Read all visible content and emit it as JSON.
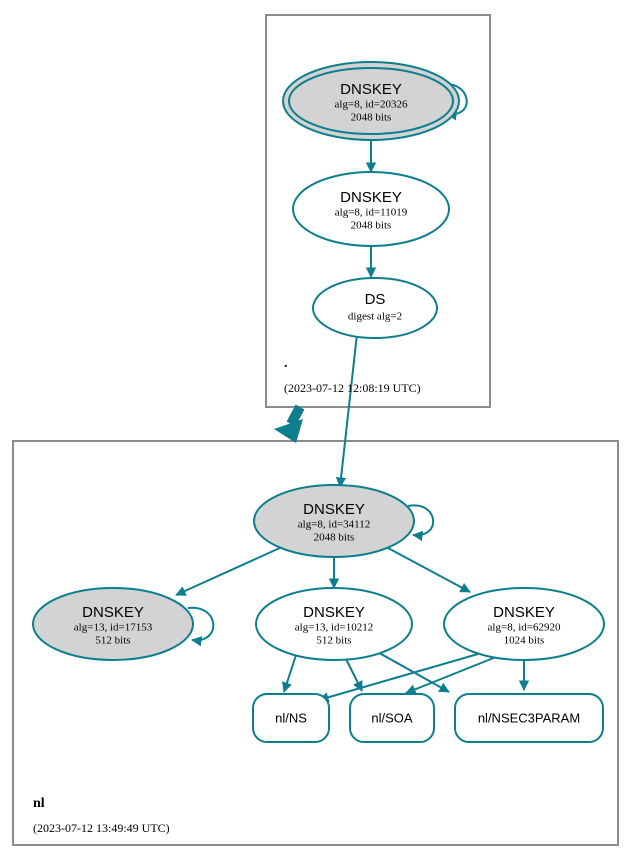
{
  "diagram": {
    "type": "dnssec-authentication-chain",
    "accent_color": "#0d7e8e",
    "secure_node_fill": "#d3d3d3",
    "plain_node_fill": "#ffffff",
    "zone_border_color": "#8c8c8c"
  },
  "zones": [
    {
      "id": "root",
      "name": ".",
      "timestamp": "(2023-07-12 12:08:19 UTC)"
    },
    {
      "id": "nl",
      "name": "nl",
      "timestamp": "(2023-07-12 13:49:49 UTC)"
    }
  ],
  "nodes": {
    "root_ksk": {
      "title": "DNSKEY",
      "line2": "alg=8, id=20326",
      "line3": "2048 bits"
    },
    "root_zsk": {
      "title": "DNSKEY",
      "line2": "alg=8, id=11019",
      "line3": "2048 bits"
    },
    "root_ds": {
      "title": "DS",
      "line2": "digest alg=2"
    },
    "nl_ksk": {
      "title": "DNSKEY",
      "line2": "alg=8, id=34112",
      "line3": "2048 bits"
    },
    "nl_key_17153": {
      "title": "DNSKEY",
      "line2": "alg=13, id=17153",
      "line3": "512 bits"
    },
    "nl_key_10212": {
      "title": "DNSKEY",
      "line2": "alg=13, id=10212",
      "line3": "512 bits"
    },
    "nl_key_62920": {
      "title": "DNSKEY",
      "line2": "alg=8, id=62920",
      "line3": "1024 bits"
    }
  },
  "rrsets": [
    {
      "id": "nl_ns",
      "label": "nl/NS"
    },
    {
      "id": "nl_soa",
      "label": "nl/SOA"
    },
    {
      "id": "nl_nsec3param",
      "label": "nl/NSEC3PARAM"
    }
  ]
}
